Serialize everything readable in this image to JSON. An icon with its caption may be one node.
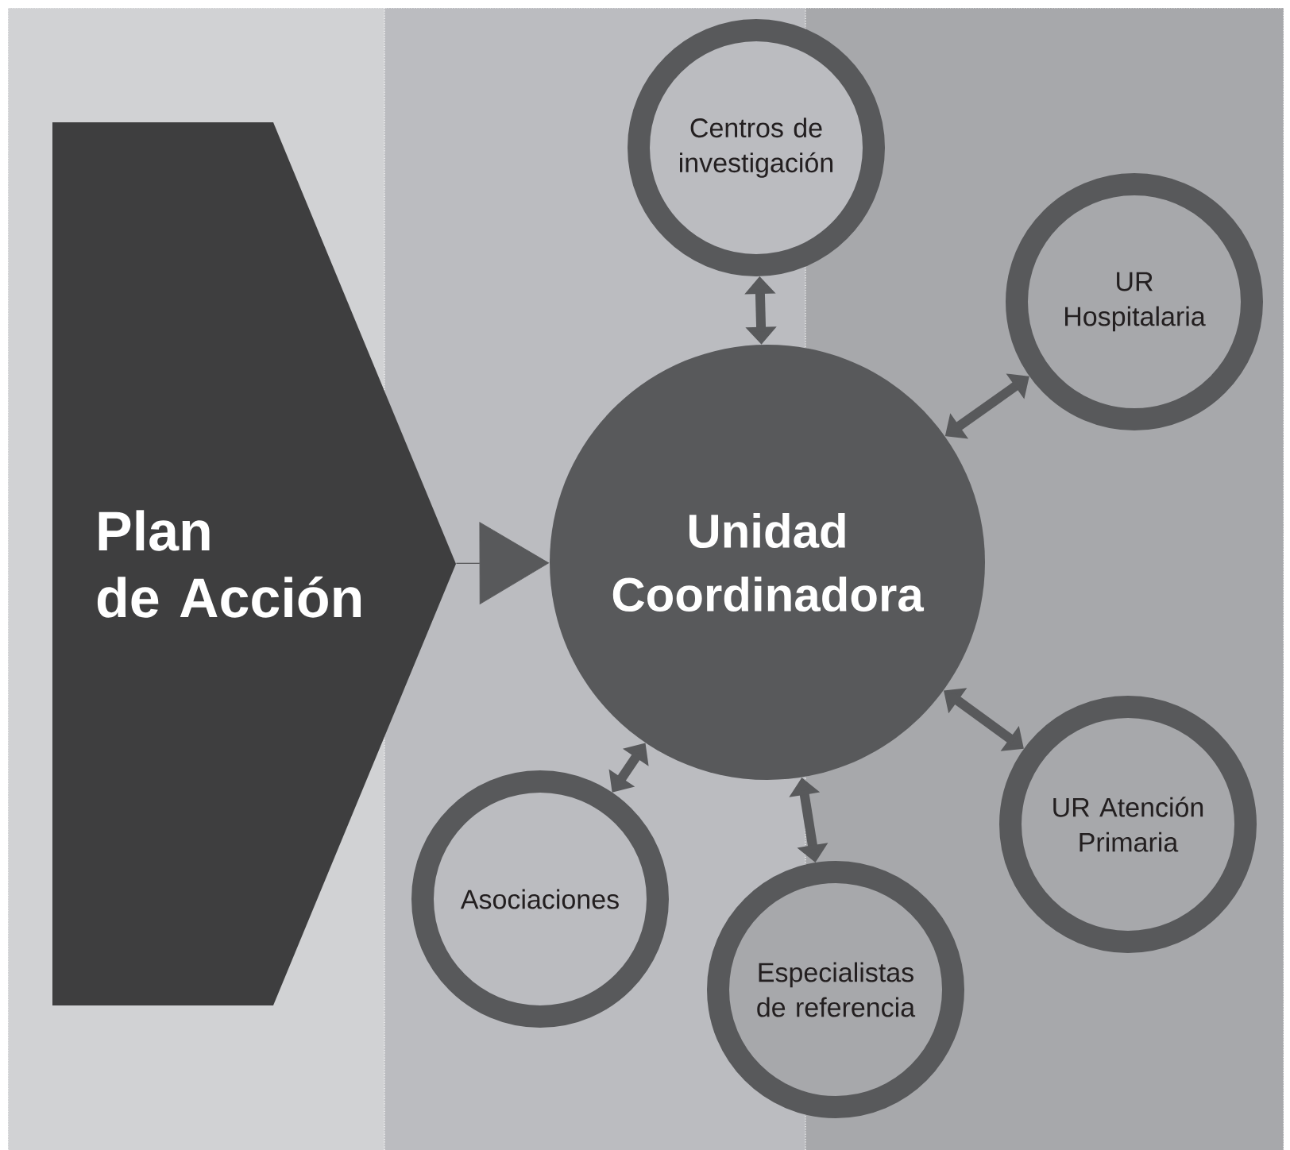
{
  "diagram": {
    "nodes": [
      {
        "text": [
          "Plan de Acción"
        ]
      },
      {
        "text": [
          "Unidad Coordinadora"
        ]
      },
      {
        "text": [
          "Centros de investigación"
        ]
      },
      {
        "text": [
          "UR Hospitalaria"
        ]
      },
      {
        "text": [
          "UR Atención Primaria"
        ]
      },
      {
        "text": [
          "Especialistas de referencia"
        ]
      },
      {
        "text": [
          "Asociaciones"
        ]
      }
    ],
    "edges": [
      {
        "from": 0,
        "to": 1,
        "arrow": "to"
      },
      {
        "from": 1,
        "to": 2,
        "arrow": "both"
      },
      {
        "from": 1,
        "to": 3,
        "arrow": "both"
      },
      {
        "from": 1,
        "to": 4,
        "arrow": "both"
      },
      {
        "from": 1,
        "to": 5,
        "arrow": "both"
      },
      {
        "from": 1,
        "to": 6,
        "arrow": "both"
      }
    ]
  }
}
